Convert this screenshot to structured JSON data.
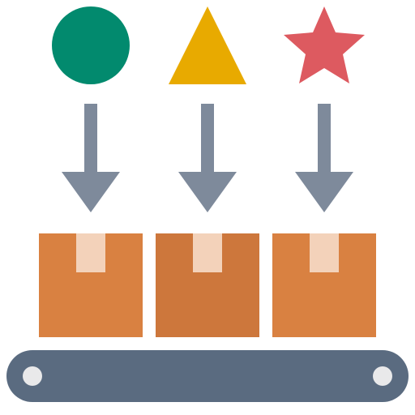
{
  "colors": {
    "background": "#FFFFFF",
    "circle": "#028A6E",
    "triangle": "#E8AA00",
    "star": "#DD5A60",
    "arrow": "#7E8A9B",
    "box_light": "#D98141",
    "box_dark": "#CD773C",
    "box_tape": "#F3D2BA",
    "belt": "#5A6B80",
    "roller": "#E9E9EA"
  },
  "shapes": [
    {
      "icon": "circle-icon",
      "color_key": "circle"
    },
    {
      "icon": "triangle-icon",
      "color_key": "triangle"
    },
    {
      "icon": "star-icon",
      "color_key": "star"
    }
  ],
  "boxes": [
    {
      "icon": "box-icon",
      "color_key": "box_light"
    },
    {
      "icon": "box-icon",
      "color_key": "box_dark"
    },
    {
      "icon": "box-icon",
      "color_key": "box_light"
    }
  ],
  "conveyor": {
    "icon": "conveyor-belt-icon"
  }
}
